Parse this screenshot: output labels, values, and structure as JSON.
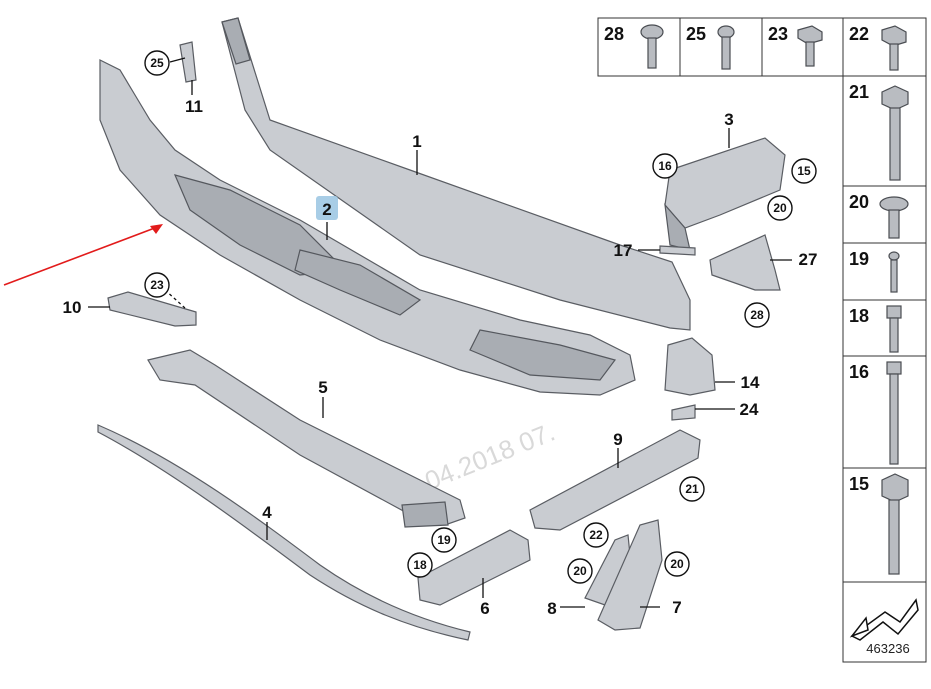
{
  "diagram": {
    "document_number": "463236",
    "watermark": "20.04.2018 07.",
    "highlighted_part": "2",
    "callouts": {
      "p1": "1",
      "p2": "2",
      "p3": "3",
      "p4": "4",
      "p5": "5",
      "p6": "6",
      "p7": "7",
      "p8": "8",
      "p9": "9",
      "p10": "10",
      "p11": "11",
      "p14": "14",
      "p17": "17",
      "p24": "24",
      "p27": "27"
    },
    "circled_refs": {
      "c25": "25",
      "c23": "23",
      "c16": "16",
      "c15": "15",
      "c20a": "20",
      "c28": "28",
      "c21": "21",
      "c22": "22",
      "c19": "19",
      "c18": "18",
      "c20b": "20",
      "c20c": "20"
    },
    "fastener_table": {
      "top_row": [
        "28",
        "25",
        "23",
        "22"
      ],
      "column": [
        "21",
        "20",
        "19",
        "18",
        "16",
        "15"
      ]
    },
    "colors": {
      "part_fill": "#c9ccd1",
      "highlight": "#a8cde6",
      "arrow": "#e21b1b"
    }
  }
}
